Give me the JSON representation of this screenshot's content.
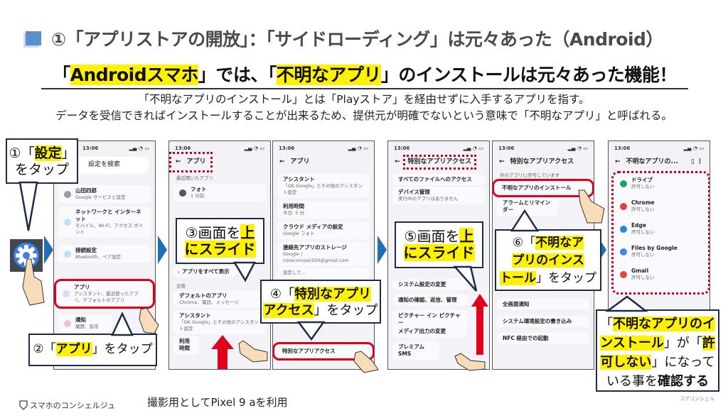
{
  "header": {
    "title": "①「アプリストアの開放」：「サイドローディング」は元々あった（Android）",
    "subtitle_pre": "「",
    "subtitle_hl1": "Androidスマホ",
    "subtitle_mid": "」では、「",
    "subtitle_hl2": "不明なアプリ",
    "subtitle_post": "」のインストールは元々あった機能！",
    "desc1": "「不明なアプリのインストール」とは「Playストア」を経由せずに入手するアプリを指す。",
    "desc2": "データを受信できればインストールすることが出来るため、提供元が明確でないという意味で「不明なアプリ」と呼ばれる。"
  },
  "status_time": "13:06",
  "phones": [
    {
      "search": "設定を検索",
      "items": [
        [
          "山田四郎",
          "Google サービスと設定"
        ],
        [
          "ネットワークと インターネット",
          "モバイル、Wi-Fi、アクセス ポイント"
        ],
        [
          "接続設定",
          "Bluetooth、ペア設定"
        ],
        [
          "アプリ",
          "アシスタント、最近使ったアプリ、デフォルトのアプリ"
        ],
        [
          "通知",
          "履歴、会話"
        ]
      ]
    },
    {
      "title": "アプリ",
      "recent": "最近開いたアプリ",
      "recent_app": "フォト",
      "recent_time": "1 分前",
      "all": "アプリをすべて表示",
      "general": "全般",
      "items": [
        [
          "デフォルトのアプリ",
          "Chrome、電話、メッセージ"
        ],
        [
          "アシスタント",
          "「OK Google」とその他のアシスタント設定"
        ],
        [
          "利用時間",
          ""
        ]
      ]
    },
    {
      "title": "アプリ",
      "items": [
        [
          "アシスタント",
          "「OK Google」とその他のアシスタント設定"
        ],
        [
          "利用時間",
          "今日: 5 分"
        ],
        [
          "クラウド メディアの設定",
          "Google フォト"
        ],
        [
          "連絡先アプリのストレージ",
          "Google | coreconuser200@gmail.com"
        ],
        [
          "",
          "設定して…"
        ]
      ],
      "special": "特別なアプリアクセス"
    },
    {
      "title": "特別なアプリアクセス",
      "items": [
        [
          "すべてのファイルへのアクセス",
          ""
        ],
        [
          "デバイス管理",
          "実行中のアプリはありません"
        ]
      ],
      "items2": [
        "システム設定の変更",
        "通知の確認、返信、管理",
        "ピクチャー イン ピクチャー",
        "メディア出力の変更",
        "プレミアム SMS"
      ]
    },
    {
      "title": "特別なアプリアクセス",
      "note": "件のアプリに許可しています",
      "unknown": "不明なアプリのインストール",
      "items": [
        "アラームとリマインダー",
        "全画面通知",
        "システム環境設定の書き込み",
        "NFC 経由での起動"
      ]
    },
    {
      "title": "不明なアプリの...",
      "apps": [
        {
          "name": "ドライブ",
          "status": "許可しない",
          "color": "#1fa463"
        },
        {
          "name": "Chrome",
          "status": "許可しない",
          "color": "#db4437"
        },
        {
          "name": "Edge",
          "status": "許可しない",
          "color": "#1a8fd8"
        },
        {
          "name": "Files by Google",
          "status": "許可しない",
          "color": "#4285f4"
        },
        {
          "name": "Gmail",
          "status": "許可しない",
          "color": "#ea4335"
        }
      ]
    }
  ],
  "callouts": {
    "c1": {
      "a": "①「",
      "hl": "設定",
      "b": "」",
      "c": "をタップ"
    },
    "c2": {
      "a": "②「",
      "hl": "アプリ",
      "b": "」をタップ"
    },
    "c3": {
      "a": "③画面を",
      "hl": "上",
      "hl2": "にスライド"
    },
    "c4": {
      "a": "④「",
      "hl": "特別なアプリ",
      "hl2": "アクセス",
      "b": "」をタップ"
    },
    "c5": {
      "a": "⑤画面を",
      "hl": "上",
      "hl2": "にスライド"
    },
    "c6": {
      "a": "⑥「",
      "hl": "不明なア",
      "hl2": "プリのインス",
      "hl3": "トール",
      "b": "」をタップ"
    },
    "c7": {
      "a": "「",
      "hl": "不明なアプリのイ",
      "hl2": "ンストール",
      "b": "」が「",
      "hl3": "許",
      "hl4": "可しない",
      "c": "」になって",
      "d": "いる事を",
      "e": "確認する"
    }
  },
  "footer": {
    "logo": "スマホのコンシェルジュ",
    "note": "撮影用としてPixel 9 aを利用",
    "watermark": "コアコンシェル"
  },
  "colors": {
    "accent_blue": "#1f6fb2",
    "highlight": "#fff200",
    "red": "#e0001b",
    "navy": "#1e2b4a"
  }
}
